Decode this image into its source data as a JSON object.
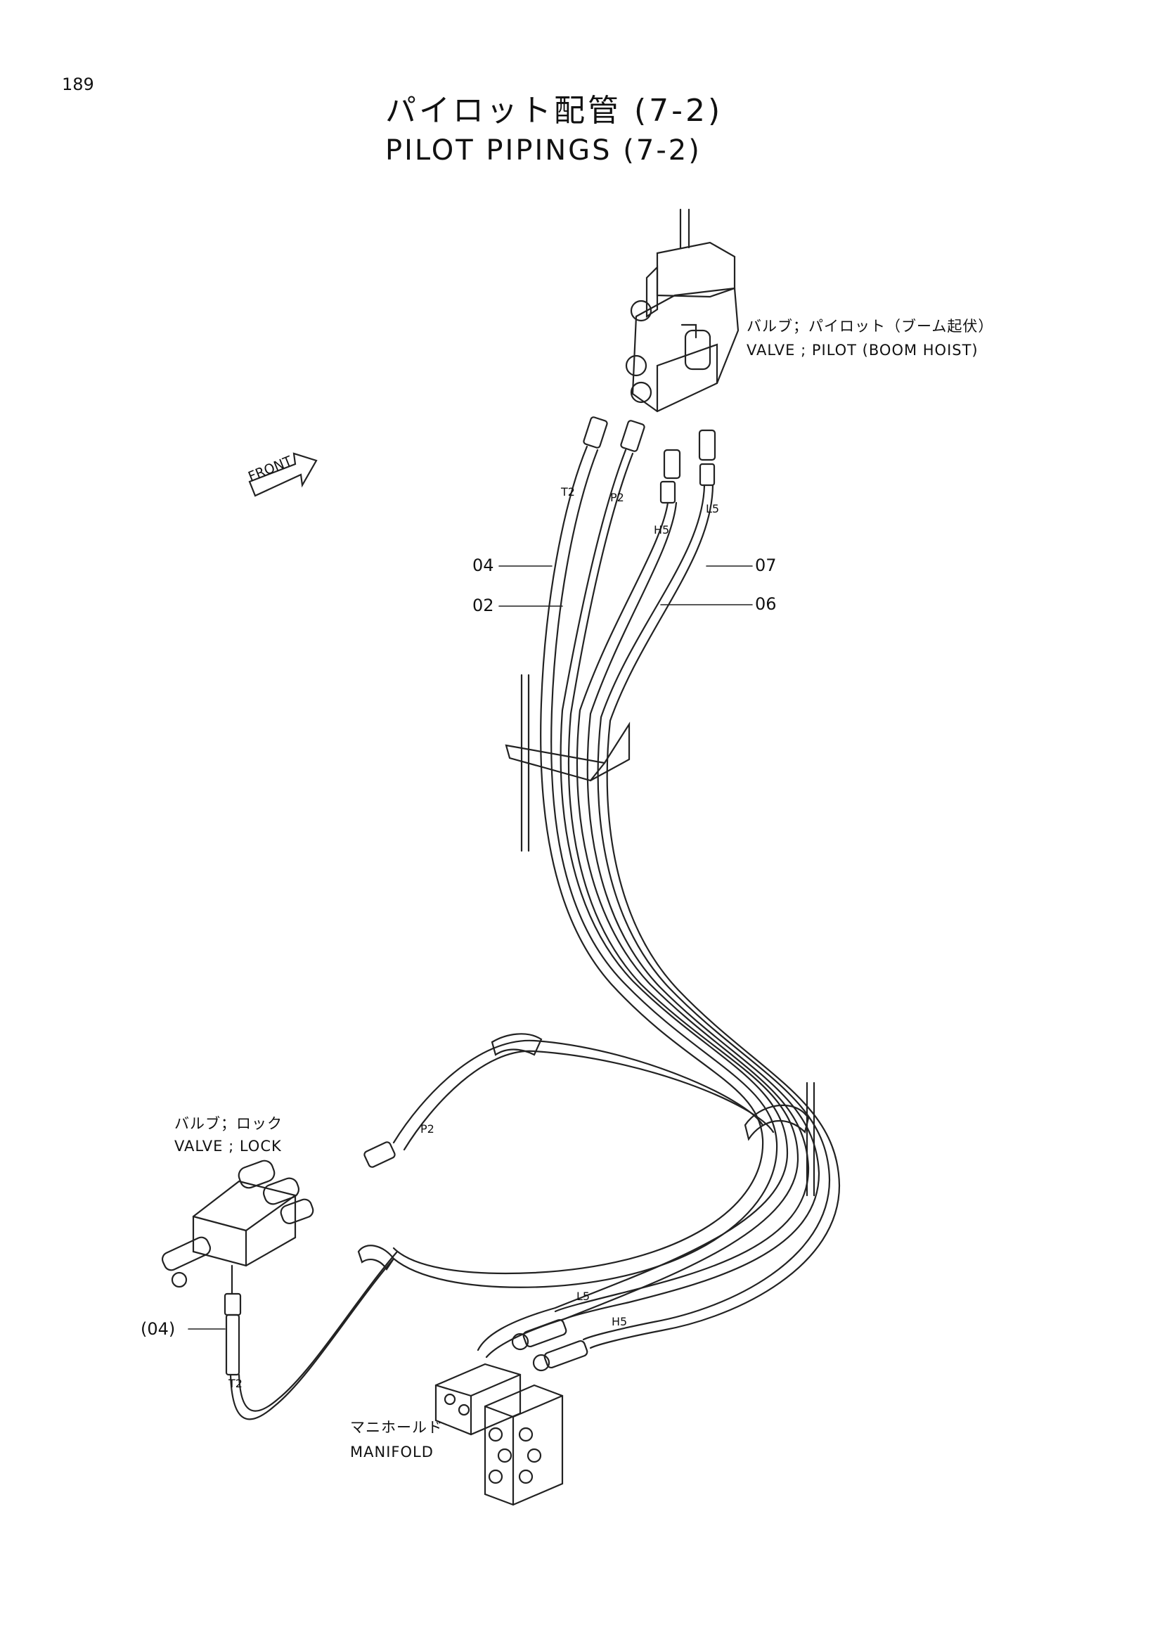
{
  "page_number": "189",
  "title_jp": "パイロット配管 (7-2)",
  "title_en": "PILOT PIPINGS (7-2)",
  "front_arrow": "FRONT",
  "components": {
    "pilot_valve": {
      "jp": "バルブ；パイロット（ブーム起伏）",
      "en": "VALVE ; PILOT (BOOM HOIST)"
    },
    "lock_valve": {
      "jp": "バルブ；ロック",
      "en": "VALVE ; LOCK"
    },
    "manifold": {
      "jp": "マニホールド",
      "en": "MANIFOLD"
    }
  },
  "callouts": {
    "c04": "04",
    "c02": "02",
    "c07": "07",
    "c06": "06",
    "c04_paren": "(04)"
  },
  "ports": {
    "t2_top": "T2",
    "p2_top": "P2",
    "h5_top": "H5",
    "l5_top": "L5",
    "p2_lock": "P2",
    "l5_manifold": "L5",
    "h5_manifold": "H5",
    "t2_lock": "T2"
  }
}
